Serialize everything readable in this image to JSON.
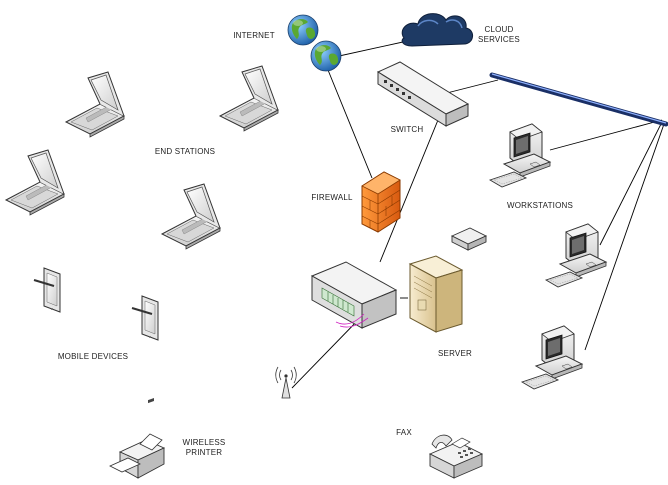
{
  "labels": {
    "internet": "INTERNET",
    "cloud_services": "CLOUD\nSERVICES",
    "switch": "SWITCH",
    "end_stations": "END STATIONS",
    "firewall": "FIREWALL",
    "workstations": "WORKSTATIONS",
    "mobile_devices": "MOBILE DEVICES",
    "server": "SERVER",
    "wireless_printer": "WIRELESS\nPRINTER",
    "fax": "FAX"
  },
  "colors": {
    "line": "#000000",
    "globe_sea": "#2a7fd4",
    "globe_land": "#5aa832",
    "cloud": "#1e3a64",
    "firewall": "#f07a1e",
    "switch_body": "#e8e8e8",
    "server_body": "#f1e2bf",
    "backbone": "#3a5ca8"
  },
  "icons": [
    "globe-icon",
    "cloud-icon",
    "switch-icon",
    "laptop-icon",
    "workstation-icon",
    "firewall-icon",
    "router-icon",
    "server-icon",
    "tablet-icon",
    "antenna-icon",
    "printer-icon",
    "fax-icon",
    "small-device-icon"
  ]
}
